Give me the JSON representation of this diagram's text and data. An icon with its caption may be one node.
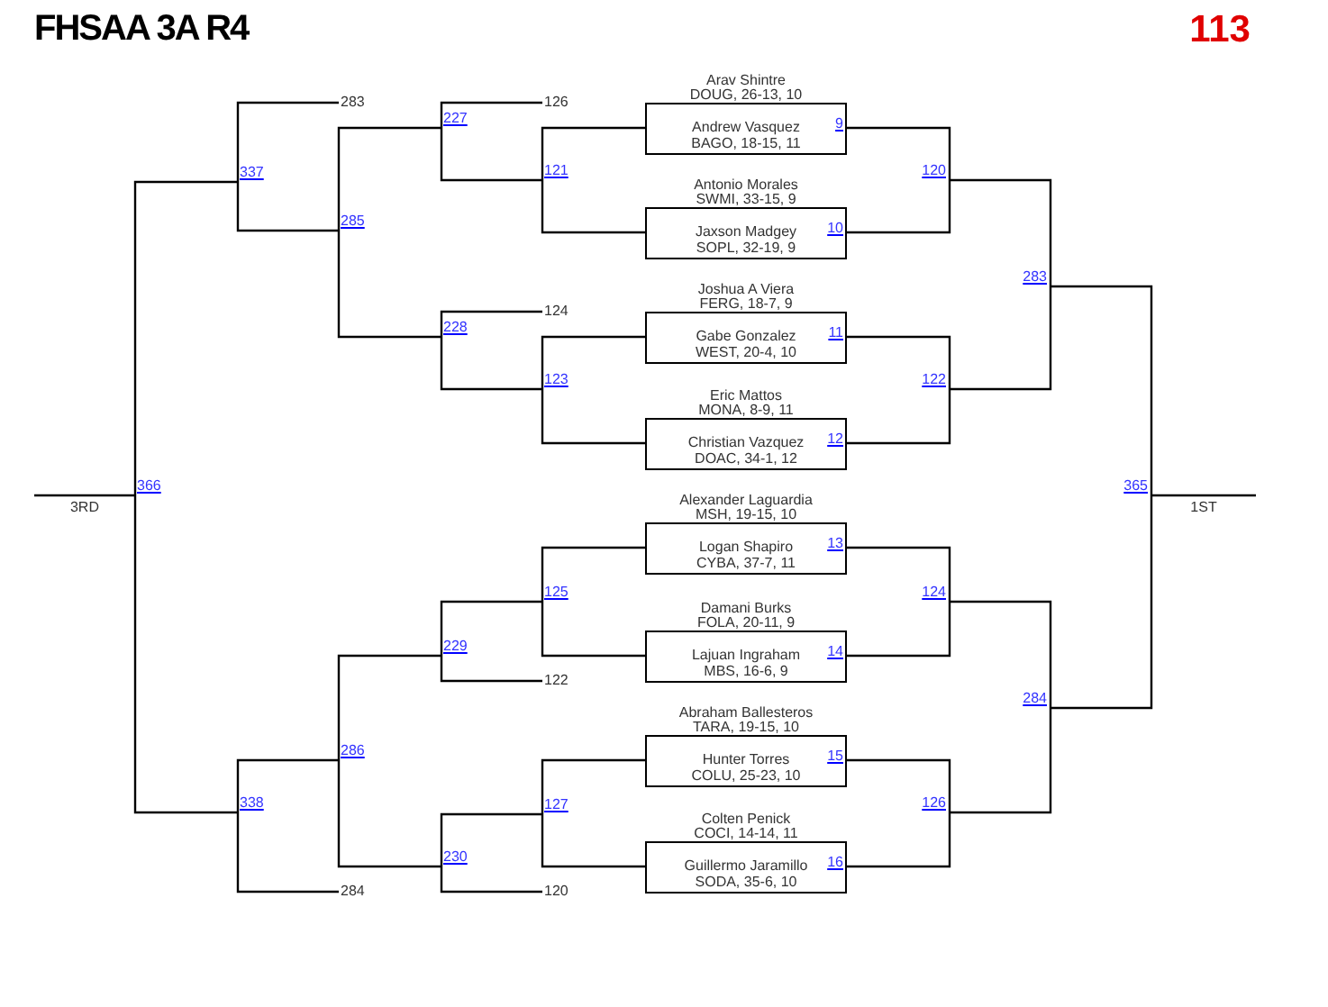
{
  "diagram": {
    "title": "FHSAA 3A R4",
    "nodes": [
      {
        "text": [
          "Arav Shintre",
          "DOUG, 26-13, 10",
          "Andrew Vasquez",
          "BAGO, 18-15, 11",
          "9"
        ]
      },
      {
        "text": [
          "Antonio Morales",
          "SWMI, 33-15, 9",
          "Jaxson Madgey",
          "SOPL, 32-19, 9",
          "10"
        ]
      },
      {
        "text": [
          "Joshua A Viera",
          "FERG, 18-7, 9",
          "Gabe Gonzalez",
          "WEST, 20-4, 10",
          "11"
        ]
      },
      {
        "text": [
          "Eric Mattos",
          "MONA, 8-9, 11",
          "Christian Vazquez",
          "DOAC, 34-1, 12",
          "12"
        ]
      },
      {
        "text": [
          "Alexander Laguardia",
          "MSH, 19-15, 10",
          "Logan Shapiro",
          "CYBA, 37-7, 11",
          "13"
        ]
      },
      {
        "text": [
          "Damani Burks",
          "FOLA, 20-11, 9",
          "Lajuan Ingraham",
          "MBS, 16-6, 9",
          "14"
        ]
      },
      {
        "text": [
          "Abraham Ballesteros",
          "TARA, 19-15, 10",
          "Hunter Torres",
          "COLU, 25-23, 10",
          "15"
        ]
      },
      {
        "text": [
          "Colten Penick",
          "COCI, 14-14, 11",
          "Guillermo Jaramillo",
          "SODA, 35-6, 10",
          "16"
        ]
      },
      {
        "text": [
          "120"
        ]
      },
      {
        "text": [
          "122"
        ]
      },
      {
        "text": [
          "124"
        ]
      },
      {
        "text": [
          "126"
        ]
      },
      {
        "text": [
          "283"
        ]
      },
      {
        "text": [
          "284"
        ]
      },
      {
        "text": [
          "365"
        ]
      },
      {
        "text": [
          "1ST"
        ]
      },
      {
        "text": [
          "121"
        ]
      },
      {
        "text": [
          "123"
        ]
      },
      {
        "text": [
          "125"
        ]
      },
      {
        "text": [
          "127"
        ]
      },
      {
        "text": [
          "126"
        ]
      },
      {
        "text": [
          "227"
        ]
      },
      {
        "text": [
          "124"
        ]
      },
      {
        "text": [
          "228"
        ]
      },
      {
        "text": [
          "229"
        ]
      },
      {
        "text": [
          "122"
        ]
      },
      {
        "text": [
          "230"
        ]
      },
      {
        "text": [
          "120"
        ]
      },
      {
        "text": [
          "283"
        ]
      },
      {
        "text": [
          "285"
        ]
      },
      {
        "text": [
          "286"
        ]
      },
      {
        "text": [
          "284"
        ]
      },
      {
        "text": [
          "337"
        ]
      },
      {
        "text": [
          "338"
        ]
      },
      {
        "text": [
          "366"
        ]
      },
      {
        "text": [
          "3RD"
        ]
      }
    ],
    "edges": [
      {
        "from": 0,
        "to": 8,
        "arrow": "none"
      },
      {
        "from": 1,
        "to": 8,
        "arrow": "none"
      },
      {
        "from": 2,
        "to": 9,
        "arrow": "none"
      },
      {
        "from": 3,
        "to": 9,
        "arrow": "none"
      },
      {
        "from": 4,
        "to": 10,
        "arrow": "none"
      },
      {
        "from": 5,
        "to": 10,
        "arrow": "none"
      },
      {
        "from": 6,
        "to": 11,
        "arrow": "none"
      },
      {
        "from": 7,
        "to": 11,
        "arrow": "none"
      },
      {
        "from": 8,
        "to": 12,
        "arrow": "none"
      },
      {
        "from": 9,
        "to": 12,
        "arrow": "none"
      },
      {
        "from": 10,
        "to": 13,
        "arrow": "none"
      },
      {
        "from": 11,
        "to": 13,
        "arrow": "none"
      },
      {
        "from": 12,
        "to": 14,
        "arrow": "none"
      },
      {
        "from": 13,
        "to": 14,
        "arrow": "none"
      },
      {
        "from": 14,
        "to": 15,
        "arrow": "none"
      },
      {
        "from": 0,
        "to": 16,
        "arrow": "none"
      },
      {
        "from": 1,
        "to": 16,
        "arrow": "none"
      },
      {
        "from": 2,
        "to": 17,
        "arrow": "none"
      },
      {
        "from": 3,
        "to": 17,
        "arrow": "none"
      },
      {
        "from": 4,
        "to": 18,
        "arrow": "none"
      },
      {
        "from": 5,
        "to": 18,
        "arrow": "none"
      },
      {
        "from": 6,
        "to": 19,
        "arrow": "none"
      },
      {
        "from": 7,
        "to": 19,
        "arrow": "none"
      },
      {
        "from": 20,
        "to": 21,
        "arrow": "none"
      },
      {
        "from": 16,
        "to": 21,
        "arrow": "none"
      },
      {
        "from": 22,
        "to": 23,
        "arrow": "none"
      },
      {
        "from": 17,
        "to": 23,
        "arrow": "none"
      },
      {
        "from": 18,
        "to": 24,
        "arrow": "none"
      },
      {
        "from": 25,
        "to": 24,
        "arrow": "none"
      },
      {
        "from": 19,
        "to": 26,
        "arrow": "none"
      },
      {
        "from": 27,
        "to": 26,
        "arrow": "none"
      },
      {
        "from": 21,
        "to": 29,
        "arrow": "none"
      },
      {
        "from": 23,
        "to": 29,
        "arrow": "none"
      },
      {
        "from": 24,
        "to": 30,
        "arrow": "none"
      },
      {
        "from": 26,
        "to": 30,
        "arrow": "none"
      },
      {
        "from": 28,
        "to": 32,
        "arrow": "none"
      },
      {
        "from": 29,
        "to": 32,
        "arrow": "none"
      },
      {
        "from": 30,
        "to": 33,
        "arrow": "none"
      },
      {
        "from": 31,
        "to": 33,
        "arrow": "none"
      },
      {
        "from": 32,
        "to": 34,
        "arrow": "none"
      },
      {
        "from": 33,
        "to": 34,
        "arrow": "none"
      },
      {
        "from": 34,
        "to": 35,
        "arrow": "none"
      }
    ],
    "labels": [
      "113"
    ]
  }
}
